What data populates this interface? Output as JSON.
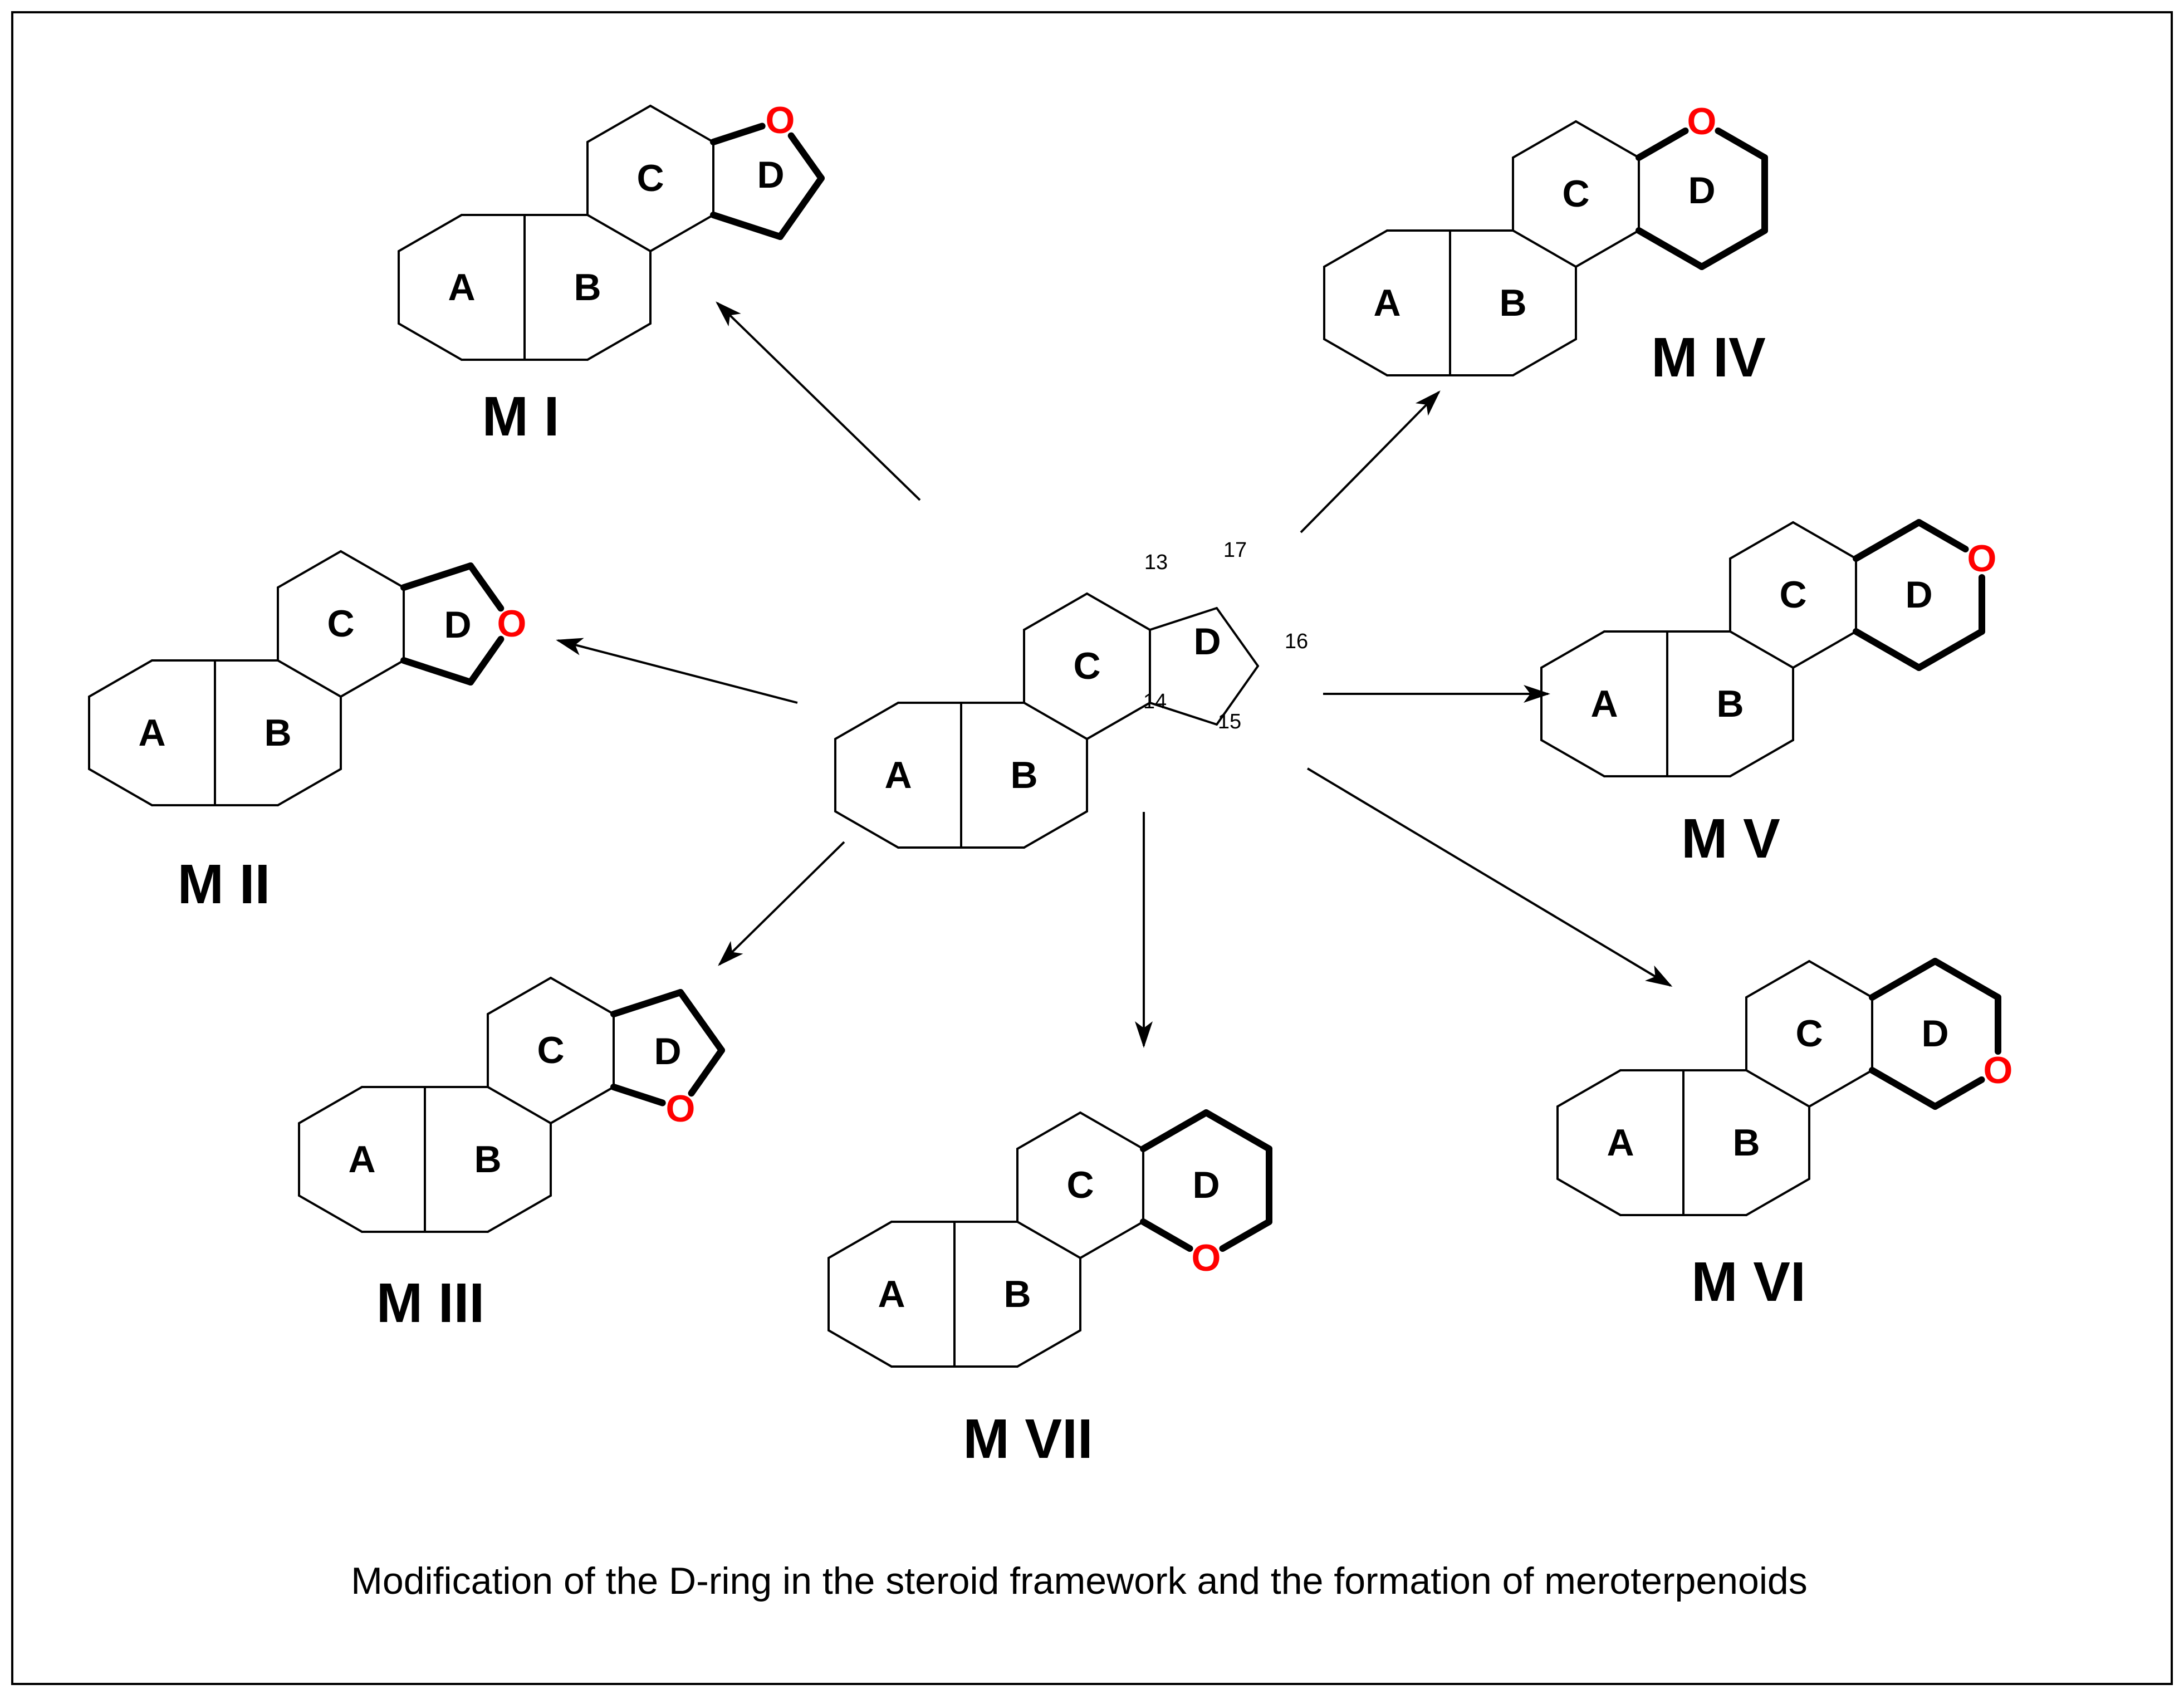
{
  "caption": "Modification of the D-ring in the steroid framework and the formation of meroterpenoids",
  "colors": {
    "stroke": "#000000",
    "oxygen": "#ff0000",
    "background": "#ffffff"
  },
  "steroid_core": {
    "rings": [
      "A",
      "B",
      "C",
      "D"
    ],
    "locants": [
      "13",
      "14",
      "15",
      "16",
      "17"
    ]
  },
  "oxygen_symbol": "O",
  "derivatives": [
    {
      "label": "M I",
      "d_ring": "five-membered",
      "rings": [
        "A",
        "B",
        "C",
        "D"
      ]
    },
    {
      "label": "M II",
      "d_ring": "five-membered",
      "rings": [
        "A",
        "B",
        "C",
        "D"
      ]
    },
    {
      "label": "M III",
      "d_ring": "five-membered",
      "rings": [
        "A",
        "B",
        "C",
        "D"
      ]
    },
    {
      "label": "M IV",
      "d_ring": "six-membered",
      "rings": [
        "A",
        "B",
        "C",
        "D"
      ]
    },
    {
      "label": "M V",
      "d_ring": "six-membered",
      "rings": [
        "A",
        "B",
        "C",
        "D"
      ]
    },
    {
      "label": "M VI",
      "d_ring": "six-membered",
      "rings": [
        "A",
        "B",
        "C",
        "D"
      ]
    },
    {
      "label": "M VII",
      "d_ring": "six-membered",
      "rings": [
        "A",
        "B",
        "C",
        "D"
      ]
    }
  ]
}
